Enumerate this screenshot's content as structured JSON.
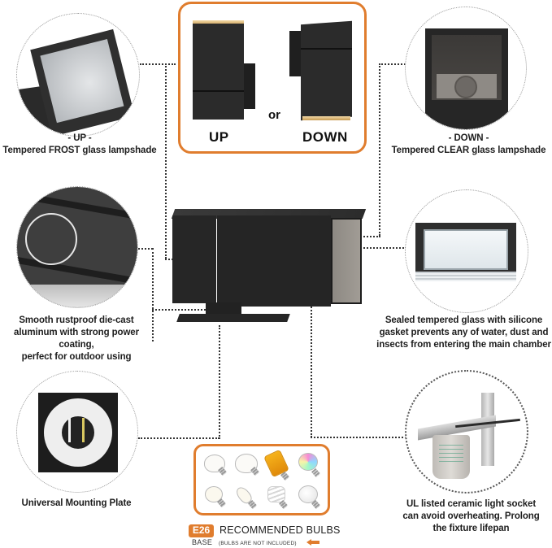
{
  "colors": {
    "accent_orange": "#e07d2e",
    "fixture_black": "#262626",
    "connector": "#333333",
    "text": "#1e1e1e"
  },
  "direction_panel": {
    "up_label": "UP",
    "or_label": "or",
    "down_label": "DOWN"
  },
  "features": {
    "top_left": {
      "icon": "frost-glass-lampshade-photo",
      "title": "- UP -",
      "text": "Tempered FROST glass lampshade"
    },
    "top_right": {
      "icon": "clear-glass-lampshade-photo",
      "title": "- DOWN -",
      "text": "Tempered CLEAR glass lampshade"
    },
    "mid_left": {
      "icon": "die-cast-aluminum-photo",
      "line1": "Smooth rustproof die-cast",
      "line2": "aluminum with strong power coating,",
      "line3": "perfect for outdoor using"
    },
    "mid_right": {
      "icon": "sealed-glass-gasket-photo",
      "line1": "Sealed tempered glass with silicone",
      "line2": "gasket prevents any of water, dust and",
      "line3": "insects from entering the main chamber"
    },
    "bottom_left": {
      "icon": "mounting-plate-photo",
      "text": "Universal Mounting Plate"
    },
    "bottom_right": {
      "icon": "ceramic-socket-photo",
      "line1": "UL listed ceramic light socket",
      "line2": "can avoid overheating. Prolong",
      "line3": "the fixture lifepan"
    }
  },
  "bulbs_panel": {
    "bulbs": [
      {
        "icon": "edison-st-filament-bulb-icon"
      },
      {
        "icon": "edison-st-filament-bulb-large-icon"
      },
      {
        "icon": "flame-effect-bulb-icon"
      },
      {
        "icon": "rgb-smart-bulb-icon"
      },
      {
        "icon": "a19-filament-bulb-icon"
      },
      {
        "icon": "candle-filament-bulb-icon"
      },
      {
        "icon": "cfl-spiral-bulb-icon"
      },
      {
        "icon": "a19-led-bulb-icon"
      }
    ],
    "badge": "E26",
    "base_label": "BASE",
    "title": "RECOMMENDED BULBS",
    "note": "(BULBS ARE NOT INCLUDED)"
  }
}
